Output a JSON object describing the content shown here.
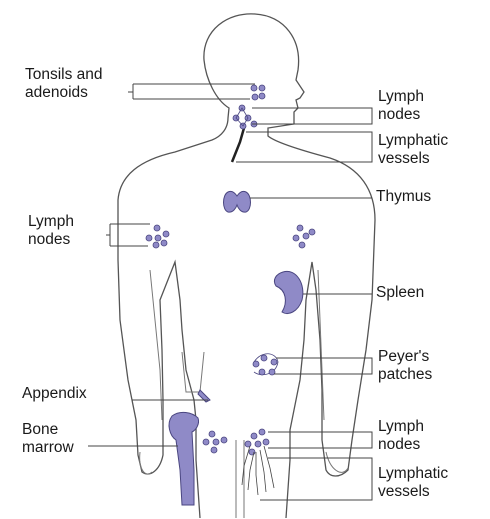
{
  "diagram": {
    "labels": {
      "tonsils": "Tonsils and\nadenoids",
      "lymph_nodes_neck": "Lymph\nnodes",
      "lymphatic_vessels_neck": "Lymphatic\nvessels",
      "thymus": "Thymus",
      "lymph_nodes_arm": "Lymph\nnodes",
      "spleen": "Spleen",
      "peyers_patches": "Peyer's\npatches",
      "appendix": "Appendix",
      "bone_marrow": "Bone\nmarrow",
      "lymph_nodes_groin": "Lymph\nnodes",
      "lymphatic_vessels_groin": "Lymphatic\nvessels"
    },
    "colors": {
      "organ_fill": "#8f8ac7",
      "organ_stroke": "#4a4680",
      "body_outline": "#555555",
      "leader_line": "#444444",
      "background": "#ffffff"
    }
  }
}
